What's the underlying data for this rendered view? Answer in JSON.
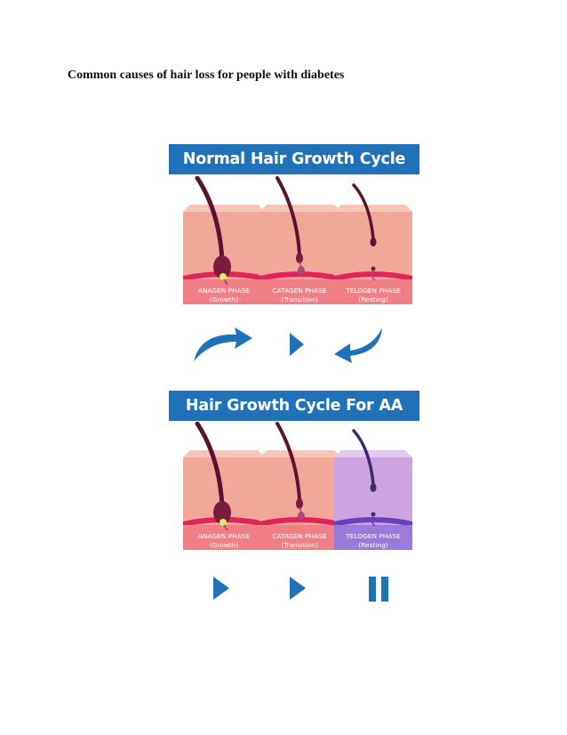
{
  "document": {
    "heading": "Common causes of hair loss for people with diabetes"
  },
  "infographic": {
    "normal": {
      "title": "Normal Hair Growth Cycle",
      "phases": [
        {
          "name": "ANAGEN PHASE",
          "sub": "(Growth)"
        },
        {
          "name": "CATAGEN PHASE",
          "sub": "(Transition)"
        },
        {
          "name": "TELOGEN PHASE",
          "sub": "(Resting)"
        }
      ]
    },
    "aa": {
      "title": "Hair Growth Cycle For AA",
      "phases": [
        {
          "name": "ANAGEN PHASE",
          "sub": "(Growth)"
        },
        {
          "name": "CATAGEN PHASE",
          "sub": "(Transition)"
        },
        {
          "name": "TELOGEN PHASE",
          "sub": "(Resting)"
        }
      ]
    },
    "colors": {
      "banner": "#1f72b8",
      "skin": "#f2a899",
      "skin_top": "#f7c6bb",
      "skin_side": "#e38e80",
      "dermis_line": "#e0245a",
      "label_band": "#f07f86",
      "hair": "#5a1330",
      "telogen_aa": "#cda5de",
      "telogen_aa_line": "#6b3fc0",
      "arrow": "#1f72b8"
    },
    "icons": {
      "row_one_controls": [
        "curved-arrow-up-icon",
        "play-icon",
        "curved-arrow-down-icon"
      ],
      "row_two_controls": [
        "play-icon",
        "play-icon",
        "pause-icon"
      ]
    }
  }
}
